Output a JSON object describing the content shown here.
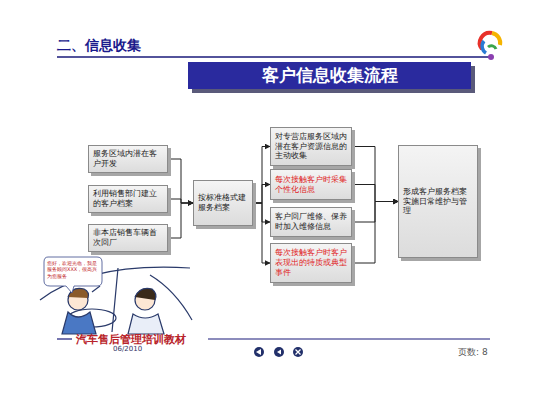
{
  "diagram": {
    "title": "客户信息收集流程",
    "nodes": [
      {
        "text": [
          "服务区域内潜在客户开发"
        ]
      },
      {
        "text": [
          "利用销售部门建立的客户档案"
        ]
      },
      {
        "text": [
          "非本店销售车辆首次回厂"
        ]
      },
      {
        "text": [
          "按标准格式建服务档案"
        ]
      },
      {
        "text": [
          "对专营店服务区域内潜在客户资源信息的主动收集"
        ]
      },
      {
        "text": [
          "每次接触客户时采集个性化信息"
        ]
      },
      {
        "text": [
          "客户回厂维修、保养时加入维修信息"
        ]
      },
      {
        "text": [
          "每次接触客户时客户表现出的特质或典型事件"
        ]
      },
      {
        "text": [
          "形成客户服务档案 实施日常维护与管理"
        ]
      }
    ],
    "edges": [
      {
        "from": 0,
        "to": 3,
        "arrow": "to"
      },
      {
        "from": 1,
        "to": 3,
        "arrow": "to"
      },
      {
        "from": 2,
        "to": 3,
        "arrow": "to"
      },
      {
        "from": 3,
        "to": 4,
        "arrow": "to"
      },
      {
        "from": 3,
        "to": 5,
        "arrow": "to"
      },
      {
        "from": 3,
        "to": 6,
        "arrow": "to"
      },
      {
        "from": 3,
        "to": 7,
        "arrow": "to"
      },
      {
        "from": 4,
        "to": 8,
        "arrow": "to"
      },
      {
        "from": 5,
        "to": 8,
        "arrow": "to"
      },
      {
        "from": 6,
        "to": 8,
        "arrow": "to"
      },
      {
        "from": 7,
        "to": 8,
        "arrow": "to"
      }
    ],
    "labels": [
      "二、信息收集",
      "您好，欢迎光临，我是服务顾问XXX，很高兴为您服务",
      "汽车售后管理培训教材",
      "06/2010",
      "页数: 8"
    ]
  }
}
